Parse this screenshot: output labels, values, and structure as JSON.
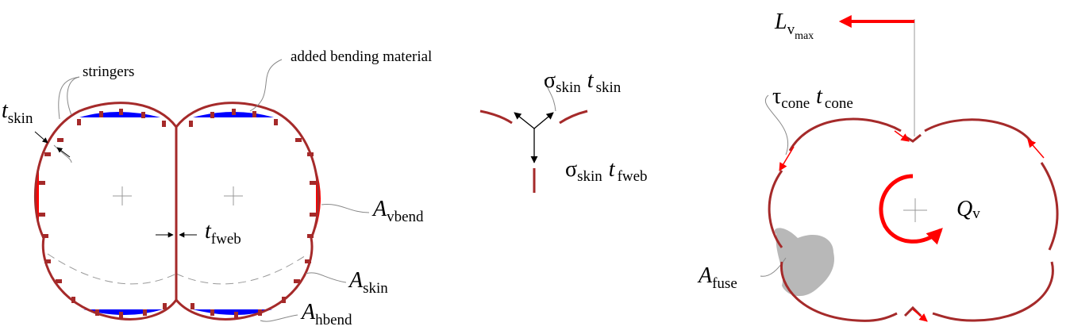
{
  "colors": {
    "skin": "#a52a2a",
    "hbend": "#0000ff",
    "vbend": "#ff0000",
    "arrow": "#ff0000",
    "fuse": "#b8b8b8",
    "leader": "#888888"
  },
  "left_panel": {
    "stringers_label": "stringers",
    "added_bending_label": "added bending material",
    "t_skin": {
      "sym": "t",
      "sub": "skin"
    },
    "t_fweb": {
      "sym": "t",
      "sub": "fweb"
    },
    "A_vbend": {
      "sym": "A",
      "sub": "vbend"
    },
    "A_skin": {
      "sym": "A",
      "sub": "skin"
    },
    "A_hbend": {
      "sym": "A",
      "sub": "hbend"
    }
  },
  "middle_panel": {
    "top": {
      "sigma": "σ",
      "sigma_sub": "skin",
      "t": "t",
      "t_sub": "skin"
    },
    "bottom": {
      "sigma": "σ",
      "sigma_sub": "skin",
      "t": "t",
      "t_sub": "fweb"
    }
  },
  "right_panel": {
    "L": {
      "sym": "L",
      "sub": "v",
      "subsub": "max"
    },
    "tau": {
      "sym": "τ",
      "sub": "cone",
      "t": "t",
      "t_sub": "cone"
    },
    "Q": {
      "sym": "Q",
      "sub": "v"
    },
    "A_fuse": {
      "sym": "A",
      "sub": "fuse"
    }
  }
}
